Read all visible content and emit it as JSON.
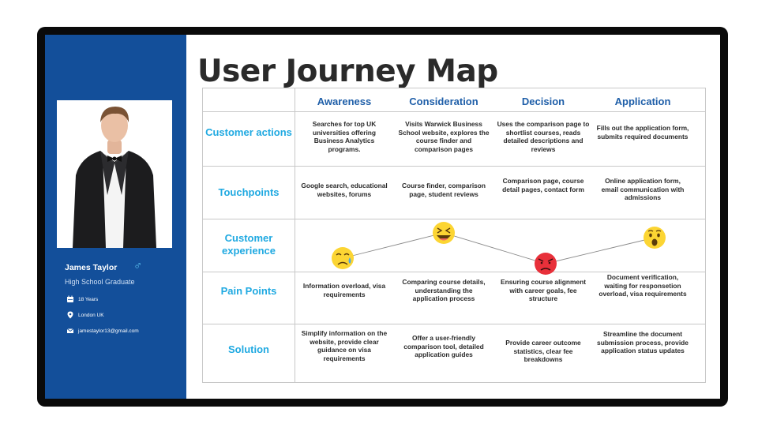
{
  "title": "User Journey Map",
  "profile": {
    "name": "James Taylor",
    "gender_icon": "male-icon",
    "role": "High School Graduate",
    "age": "18 Years",
    "location": "London UK",
    "email": "jamestaylor13@gmail.com"
  },
  "stages": [
    "Awareness",
    "Consideration",
    "Decision",
    "Application"
  ],
  "rows": [
    {
      "label": "Customer actions",
      "cells": [
        "Searches for top UK universities offering Business Analytics programs.",
        "Visits Warwick Business School website, explores the course finder and comparison pages",
        "Uses the comparison page to shortlist courses, reads detailed descriptions and reviews",
        "Fills out the application form, submits required documents"
      ]
    },
    {
      "label": "Touchpoints",
      "cells": [
        "Google search, educational websites, forums",
        "Course finder, comparison page, student reviews",
        "Comparison page, course detail pages, contact form",
        "Online application form, email communication with admissions"
      ]
    },
    {
      "label": "Customer experience",
      "emotions": [
        "sad-face-icon",
        "laughing-face-icon",
        "angry-face-icon",
        "surprised-face-icon"
      ]
    },
    {
      "label": "Pain Points",
      "cells": [
        "Information overload, visa requirements",
        "Comparing course details, understanding the application process",
        "Ensuring course alignment with career goals, fee structure",
        "Document verification, waiting for responsetion overload, visa requirements"
      ]
    },
    {
      "label": "Solution",
      "cells": [
        "Simplify information on the website, provide clear guidance on visa requirements",
        "Offer a user-friendly comparison tool, detailed application guides",
        "Provide career outcome statistics, clear fee breakdowns",
        "Streamline the document submission process, provide application status updates"
      ]
    }
  ],
  "colors": {
    "sidebar": "#134f9a",
    "stage_header": "#1e5ea8",
    "row_header": "#1fa9e1",
    "emoji_yellow": "#fcd533",
    "emoji_red": "#e8303a"
  }
}
